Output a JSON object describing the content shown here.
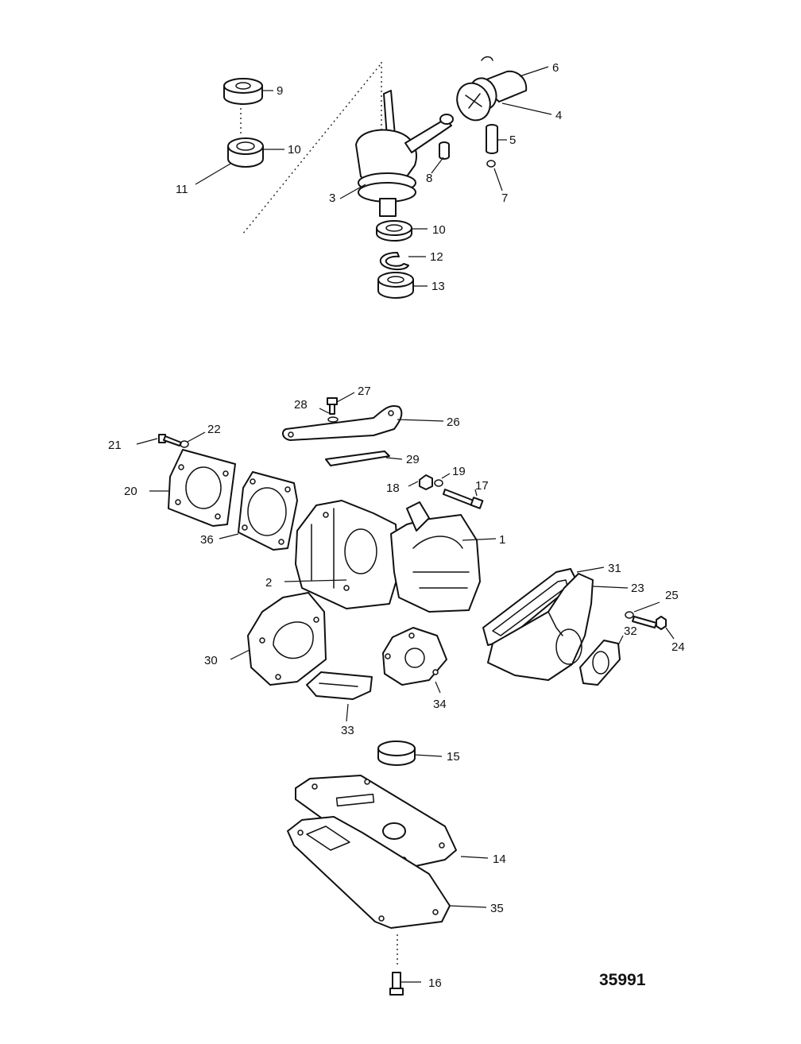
{
  "diagram": {
    "drawing_number": "35991",
    "callouts": [
      {
        "id": "c6",
        "label": "6"
      },
      {
        "id": "c9",
        "label": "9"
      },
      {
        "id": "c4",
        "label": "4"
      },
      {
        "id": "c10a",
        "label": "10"
      },
      {
        "id": "c5",
        "label": "5"
      },
      {
        "id": "c11",
        "label": "11"
      },
      {
        "id": "c8",
        "label": "8"
      },
      {
        "id": "c3",
        "label": "3"
      },
      {
        "id": "c7",
        "label": "7"
      },
      {
        "id": "c10b",
        "label": "10"
      },
      {
        "id": "c12",
        "label": "12"
      },
      {
        "id": "c13",
        "label": "13"
      },
      {
        "id": "c27",
        "label": "27"
      },
      {
        "id": "c28",
        "label": "28"
      },
      {
        "id": "c26",
        "label": "26"
      },
      {
        "id": "c22",
        "label": "22"
      },
      {
        "id": "c21",
        "label": "21"
      },
      {
        "id": "c29",
        "label": "29"
      },
      {
        "id": "c19",
        "label": "19"
      },
      {
        "id": "c18",
        "label": "18"
      },
      {
        "id": "c17",
        "label": "17"
      },
      {
        "id": "c20",
        "label": "20"
      },
      {
        "id": "c1",
        "label": "1"
      },
      {
        "id": "c36",
        "label": "36"
      },
      {
        "id": "c31",
        "label": "31"
      },
      {
        "id": "c2",
        "label": "2"
      },
      {
        "id": "c23",
        "label": "23"
      },
      {
        "id": "c25",
        "label": "25"
      },
      {
        "id": "c32",
        "label": "32"
      },
      {
        "id": "c24",
        "label": "24"
      },
      {
        "id": "c30",
        "label": "30"
      },
      {
        "id": "c34",
        "label": "34"
      },
      {
        "id": "c33",
        "label": "33"
      },
      {
        "id": "c15",
        "label": "15"
      },
      {
        "id": "c14",
        "label": "14"
      },
      {
        "id": "c35",
        "label": "35"
      },
      {
        "id": "c16",
        "label": "16"
      }
    ]
  }
}
